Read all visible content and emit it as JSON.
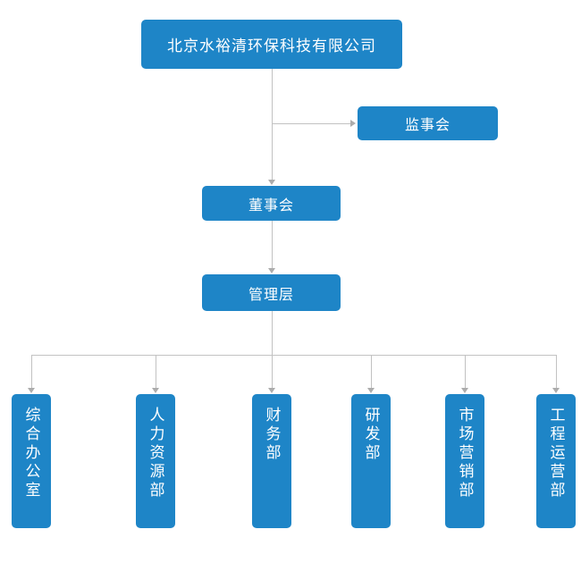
{
  "org_chart": {
    "root": {
      "label": "北京水裕清环保科技有限公司"
    },
    "supervisory_board": {
      "label": "监事会"
    },
    "board_of_directors": {
      "label": "董事会"
    },
    "management": {
      "label": "管理层"
    },
    "departments": [
      {
        "label": "综合办公室"
      },
      {
        "label": "人力资源部"
      },
      {
        "label": "财务部"
      },
      {
        "label": "研发部"
      },
      {
        "label": "市场营销部"
      },
      {
        "label": "工程运营部"
      }
    ],
    "colors": {
      "node_fill": "#1E85C7",
      "node_text": "#FFFFFF",
      "connector": "#C2C2C2",
      "arrow": "#ACACAC",
      "background": "#FFFFFF"
    }
  }
}
